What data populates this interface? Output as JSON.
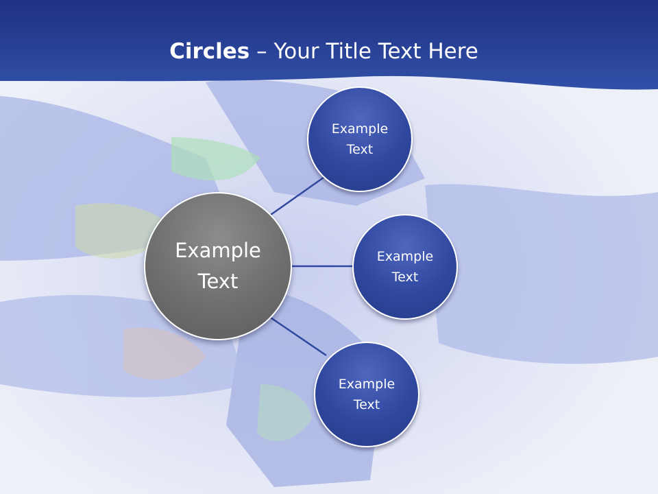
{
  "slide": {
    "title_bold": "Circles",
    "title_rest": " – Your Title Text Here"
  },
  "diagram": {
    "center": {
      "label": "Example Text",
      "color": "#6e6e6e"
    },
    "nodes": [
      {
        "label": "Example Text",
        "color": "#2f479f"
      },
      {
        "label": "Example Text",
        "color": "#2f479f"
      },
      {
        "label": "Example Text",
        "color": "#2f479f"
      }
    ],
    "connector_color": "#2f479f",
    "header_color": "#2a3f98"
  }
}
